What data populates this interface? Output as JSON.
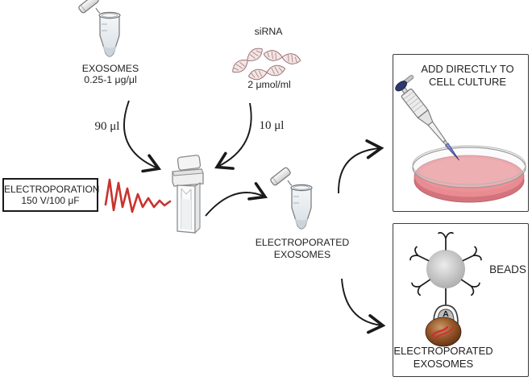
{
  "palette": {
    "text": "#231f20",
    "line": "#1a1a1a",
    "waveform_red": "#c9322e",
    "media_pink": "#e98b91",
    "bead_gray": "#c4c4c4",
    "exosome_brown": "#8a4a22",
    "sirna_outline": "#80494d",
    "pipette_navy": "#2c3a6b"
  },
  "exosomes_input": {
    "name": "EXOSOMES",
    "concentration": "0.25-1 μg/μl",
    "volume": "90 μl"
  },
  "sirna_input": {
    "name": "siRNA",
    "concentration": "2 μmol/ml",
    "volume": "10 μl"
  },
  "electroporation": {
    "name": "ELECTROPORATION",
    "settings": "150 V/100 μF"
  },
  "product": {
    "line1": "ELECTROPORATED",
    "line2": "EXOSOMES"
  },
  "cell_culture_option": {
    "line1": "ADD DIRECTLY TO",
    "line2": "CELL CULTURE"
  },
  "beads_option": {
    "beads_label": "BEADS",
    "antibody_tag": "A",
    "line1": "ELECTROPORATED",
    "line2": "EXOSOMES"
  }
}
